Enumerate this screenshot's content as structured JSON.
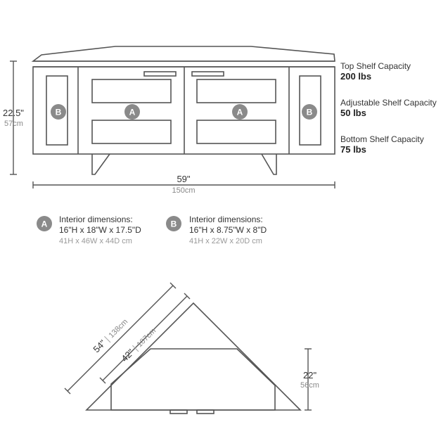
{
  "capacities": [
    {
      "label": "Top Shelf Capacity",
      "value": "200 lbs"
    },
    {
      "label": "Adjustable Shelf Capacity",
      "value": "50 lbs"
    },
    {
      "label": "Bottom Shelf Capacity",
      "value": "75 lbs"
    }
  ],
  "front_view": {
    "height_in": "22.5\"",
    "height_cm": "57cm",
    "width_in": "59\"",
    "width_cm": "150cm",
    "badges": [
      "B",
      "A",
      "A",
      "B"
    ]
  },
  "legend": [
    {
      "badge": "A",
      "line1": "Interior dimensions:",
      "line2": "16\"H x 18\"W x 17.5\"D",
      "line3": "41H x 46W x 44D cm"
    },
    {
      "badge": "B",
      "line1": "Interior dimensions:",
      "line2": "16\"H x 8.75\"W x 8\"D",
      "line3": "41H x 22W x 20D cm"
    }
  ],
  "top_view": {
    "outer_in": "54\"",
    "outer_cm": "138cm",
    "inner_in": "42\"",
    "inner_cm": "107cm",
    "depth_in": "22\"",
    "depth_cm": "56cm"
  },
  "colors": {
    "line": "#555555",
    "badge": "#8a8a8a"
  }
}
